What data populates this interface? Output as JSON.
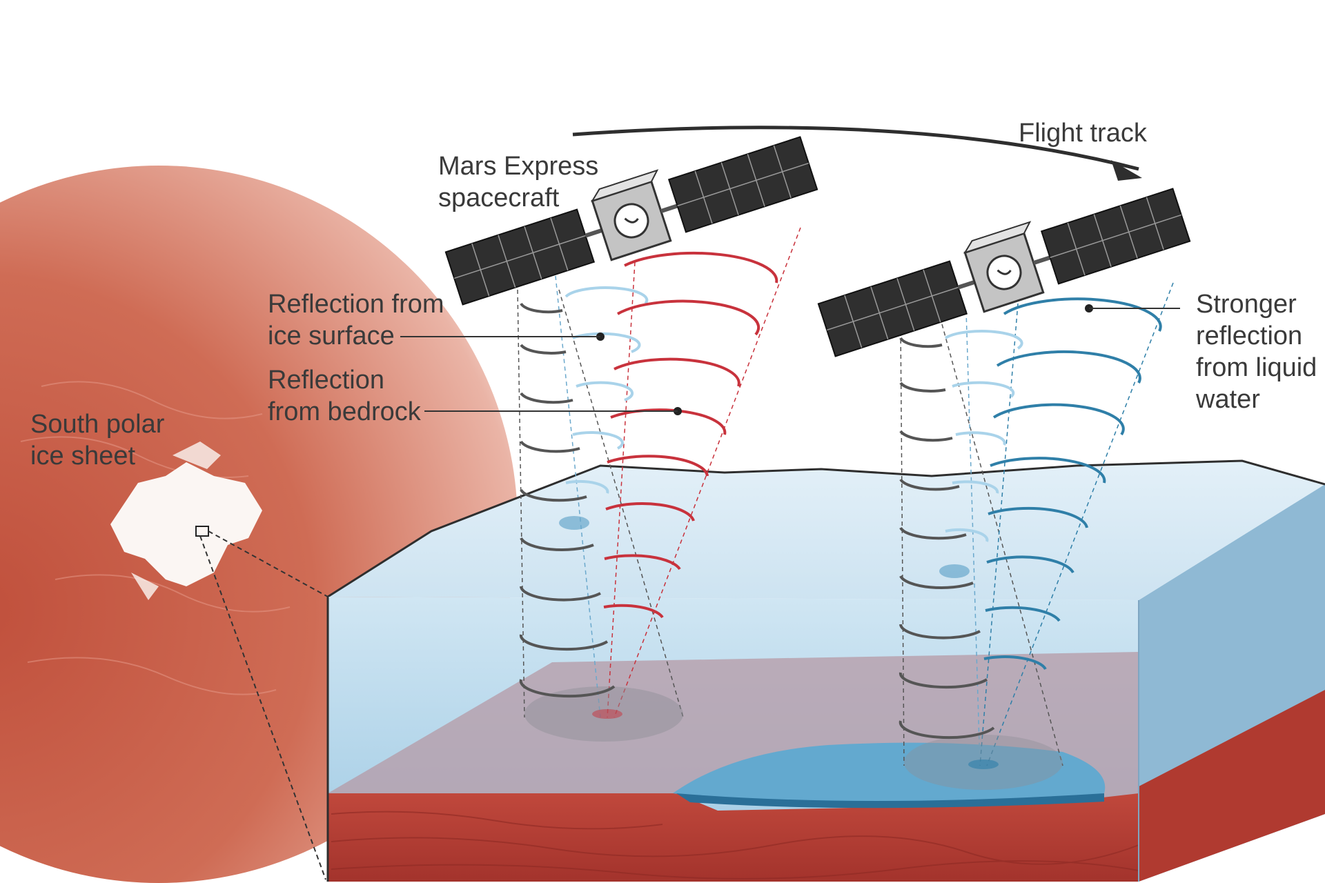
{
  "labels": {
    "flight_track": "Flight track",
    "spacecraft": [
      "Mars Express",
      "spacecraft"
    ],
    "ice_surface": [
      "Reflection from",
      "ice surface"
    ],
    "bedrock": [
      "Reflection",
      "from bedrock"
    ],
    "polar": [
      "South polar",
      "ice sheet"
    ],
    "stronger": [
      "Stronger",
      "reflection",
      "from liquid",
      "water"
    ]
  },
  "colors": {
    "mars": "#c85a44",
    "ice_surface_wave": "#a9d3ea",
    "bedrock_wave": "#c8323c",
    "water_wave": "#2f7fa8",
    "ice_block": "#bfdcee",
    "bedrock_block": "#b4413a",
    "liquid_water": "#5aa8d2"
  }
}
